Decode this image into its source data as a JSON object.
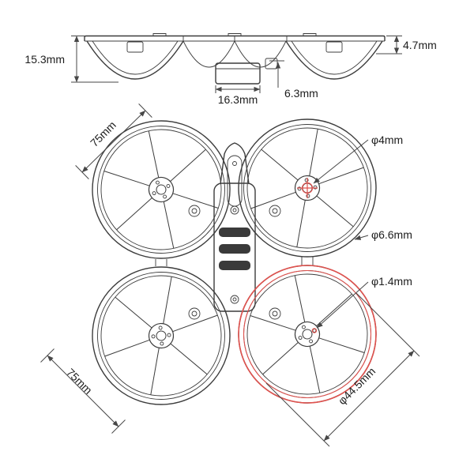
{
  "side_view": {
    "overall_height_label": "15.3mm",
    "rim_height_label": "4.7mm",
    "center_width_label": "16.3mm",
    "camera_offset_label": "6.3mm"
  },
  "top_view": {
    "wheelbase_top_label": "75mm",
    "wheelbase_left_label": "75mm",
    "motor_hole_label": "φ4mm",
    "ring_edge_label": "φ6.6mm",
    "screw_hole_label": "φ1.4mm",
    "duct_diameter_label": "φ44.5mm"
  },
  "colors": {
    "line": "#3c3c3c",
    "highlight": "#e0524e"
  }
}
